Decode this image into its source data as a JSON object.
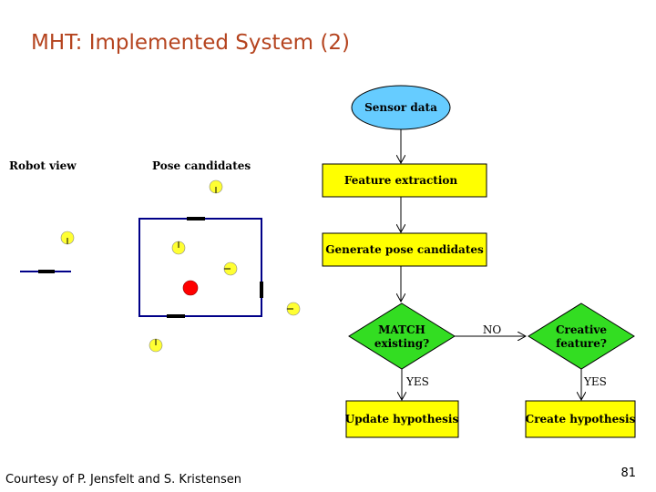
{
  "title": "MHT: Implemented System (2)",
  "credit": "Courtesy of P. Jensfelt and S. Kristensen",
  "page_number": "81",
  "left_panel": {
    "robot_view_label": "Robot view",
    "pose_candidates_label": "Pose candidates"
  },
  "flowchart": {
    "sensor_data": "Sensor data",
    "feature_extraction": "Feature extraction",
    "generate_pose_candidates": "Generate pose candidates",
    "match_line1": "MATCH",
    "match_line2": "existing?",
    "creative_line1": "Creative",
    "creative_line2": "feature?",
    "no_label": "NO",
    "yes_label_left": "YES",
    "yes_label_right": "YES",
    "update_hypothesis": "Update hypothesis",
    "create_hypothesis": "Create hypothesis"
  },
  "colors": {
    "title": "#b5441f",
    "box_fill": "#ffff00",
    "decision_fill": "#33dd22",
    "ellipse_fill": "#66ccff",
    "room_outline": "#000088",
    "pose_candidate": "#ffff33",
    "true_pose": "#ff0000"
  }
}
